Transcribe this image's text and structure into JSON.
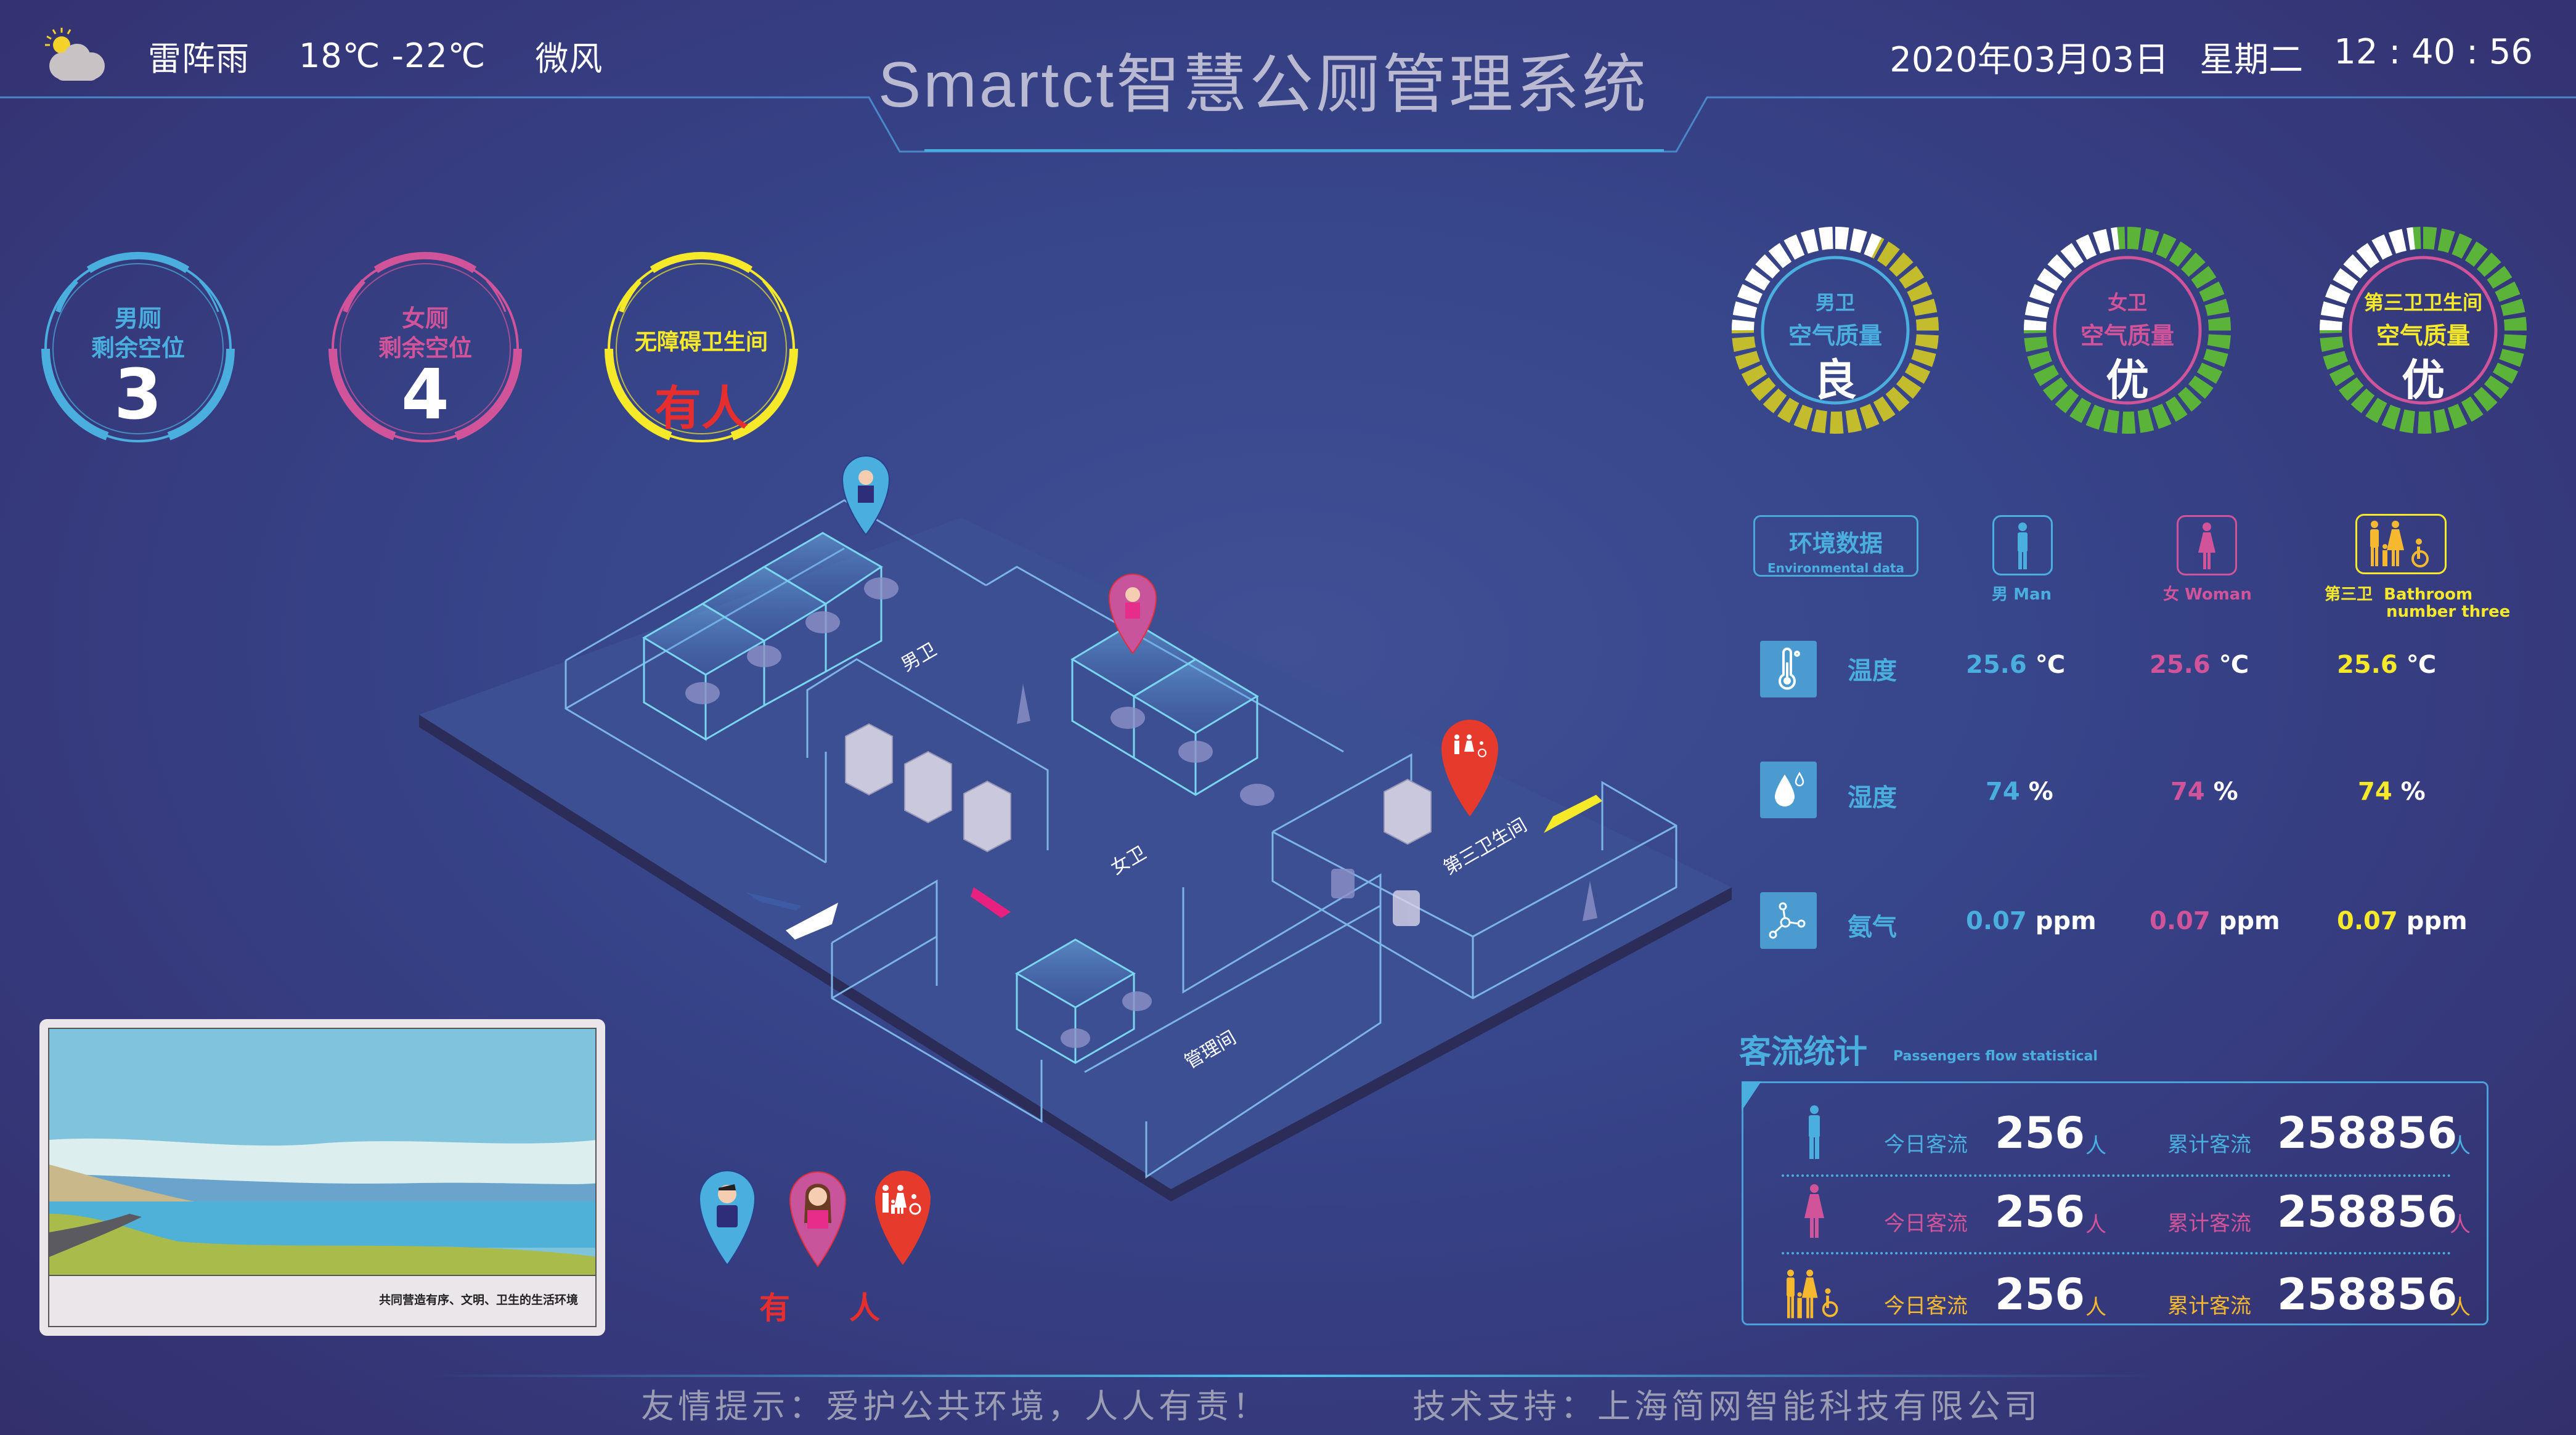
{
  "header": {
    "weather": {
      "icon": "cloud-sun-icon",
      "condition": "雷阵雨",
      "temperature": "18℃ -22℃",
      "wind": "微风"
    },
    "title": "Smartct智慧公厕管理系统",
    "date": "2020年03月03日",
    "weekday": "星期二",
    "time": "12 : 40 : 56"
  },
  "availability": [
    {
      "line1": "男厕",
      "line2": "剩余空位",
      "value": "3",
      "color": "#4aaede"
    },
    {
      "line1": "女厕",
      "line2": "剩余空位",
      "value": "4",
      "color": "#d1549a"
    },
    {
      "line1": "无障碍卫生间",
      "value": "有人",
      "color": "#f5e92a"
    }
  ],
  "air_quality": [
    {
      "line1": "男卫",
      "line2": "空气质量",
      "value": "良",
      "ring_color": "#c3bd2d",
      "label_color": "#4aaede"
    },
    {
      "line1": "女卫",
      "line2": "空气质量",
      "value": "优",
      "ring_color": "#5cb33a",
      "label_color": "#d1549a"
    },
    {
      "line1": "第三卫卫生间",
      "line2": "空气质量",
      "value": "优",
      "ring_color": "#5cb33a",
      "label_color": "#f5e92a"
    }
  ],
  "environment": {
    "title": "环境数据",
    "subtitle": "Environmental data",
    "columns": [
      {
        "cn": "男",
        "en": "Man",
        "color": "#4aaede",
        "icon": "man-icon"
      },
      {
        "cn": "女",
        "en": "Woman",
        "color": "#d1549a",
        "icon": "woman-icon"
      },
      {
        "cn": "第三卫",
        "en": "Bathroom",
        "en2": "number three",
        "color": "#f5e92a",
        "icon": "family-accessible-icon"
      }
    ],
    "rows": [
      {
        "label": "温度",
        "icon": "thermometer-icon",
        "values": [
          "25.6",
          "25.6",
          "25.6"
        ],
        "unit": "℃"
      },
      {
        "label": "湿度",
        "icon": "humidity-drop-icon",
        "values": [
          "74",
          "74",
          "74"
        ],
        "unit": "%"
      },
      {
        "label": "氨气",
        "icon": "molecule-icon",
        "values": [
          "0.07",
          "0.07",
          "0.07"
        ],
        "unit": "ppm"
      }
    ]
  },
  "passenger_flow": {
    "title": "客流统计",
    "subtitle": "Passengers flow statistical",
    "today_label": "今日客流",
    "total_label": "累计客流",
    "unit": "人",
    "rows": [
      {
        "category": "man",
        "today": "256",
        "total": "258856",
        "color": "#4aaede"
      },
      {
        "category": "woman",
        "today": "256",
        "total": "258856",
        "color": "#d1549a"
      },
      {
        "category": "third",
        "today": "256",
        "total": "258856",
        "color": "#f5b82e"
      }
    ]
  },
  "floor_plan": {
    "rooms": [
      "男卫",
      "女卫",
      "第三卫生间",
      "管理间"
    ]
  },
  "legend": {
    "text1": "有",
    "text2": "人"
  },
  "poster": {
    "caption": "共同营造有序、文明、卫生的生活环境"
  },
  "footer": {
    "tip": "友情提示：爱护公共环境，人人有责！",
    "support": "技术支持：上海简网智能科技有限公司"
  }
}
